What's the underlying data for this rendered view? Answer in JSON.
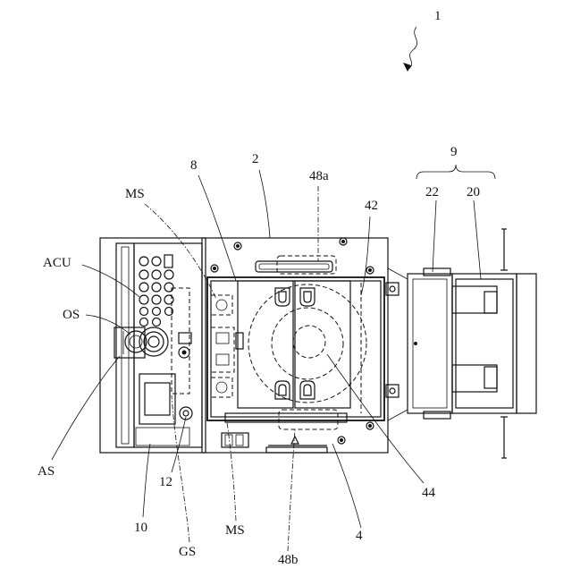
{
  "figure": {
    "labels": {
      "ref_1": "1",
      "ref_2": "2",
      "ref_4": "4",
      "ref_8": "8",
      "ref_9": "9",
      "ref_10": "10",
      "ref_12": "12",
      "ref_20": "20",
      "ref_22": "22",
      "ref_42": "42",
      "ref_44": "44",
      "ref_48a": "48a",
      "ref_48b": "48b",
      "ms_top": "MS",
      "ms_bottom": "MS",
      "acu": "ACU",
      "os": "OS",
      "as": "AS",
      "gs": "GS"
    }
  }
}
